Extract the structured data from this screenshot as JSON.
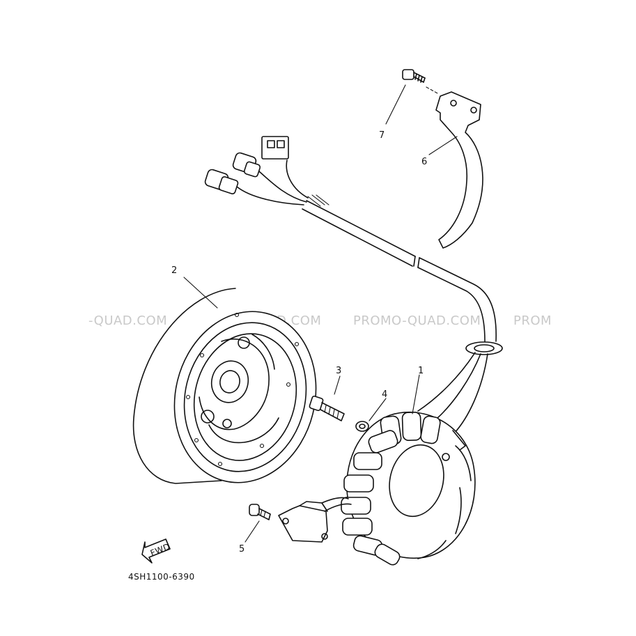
{
  "callouts": {
    "c1": "1",
    "c2": "2",
    "c3": "3",
    "c4": "4",
    "c5": "5",
    "c6": "6",
    "c7": "7"
  },
  "watermarks": {
    "w1": "-QUAD.COM",
    "w2": "PROMO-QUAD.COM",
    "w3": "PROMO-QUAD.COM",
    "w4": "PROM"
  },
  "fwd_label": "FWD",
  "part_number": "4SH1100-6390"
}
